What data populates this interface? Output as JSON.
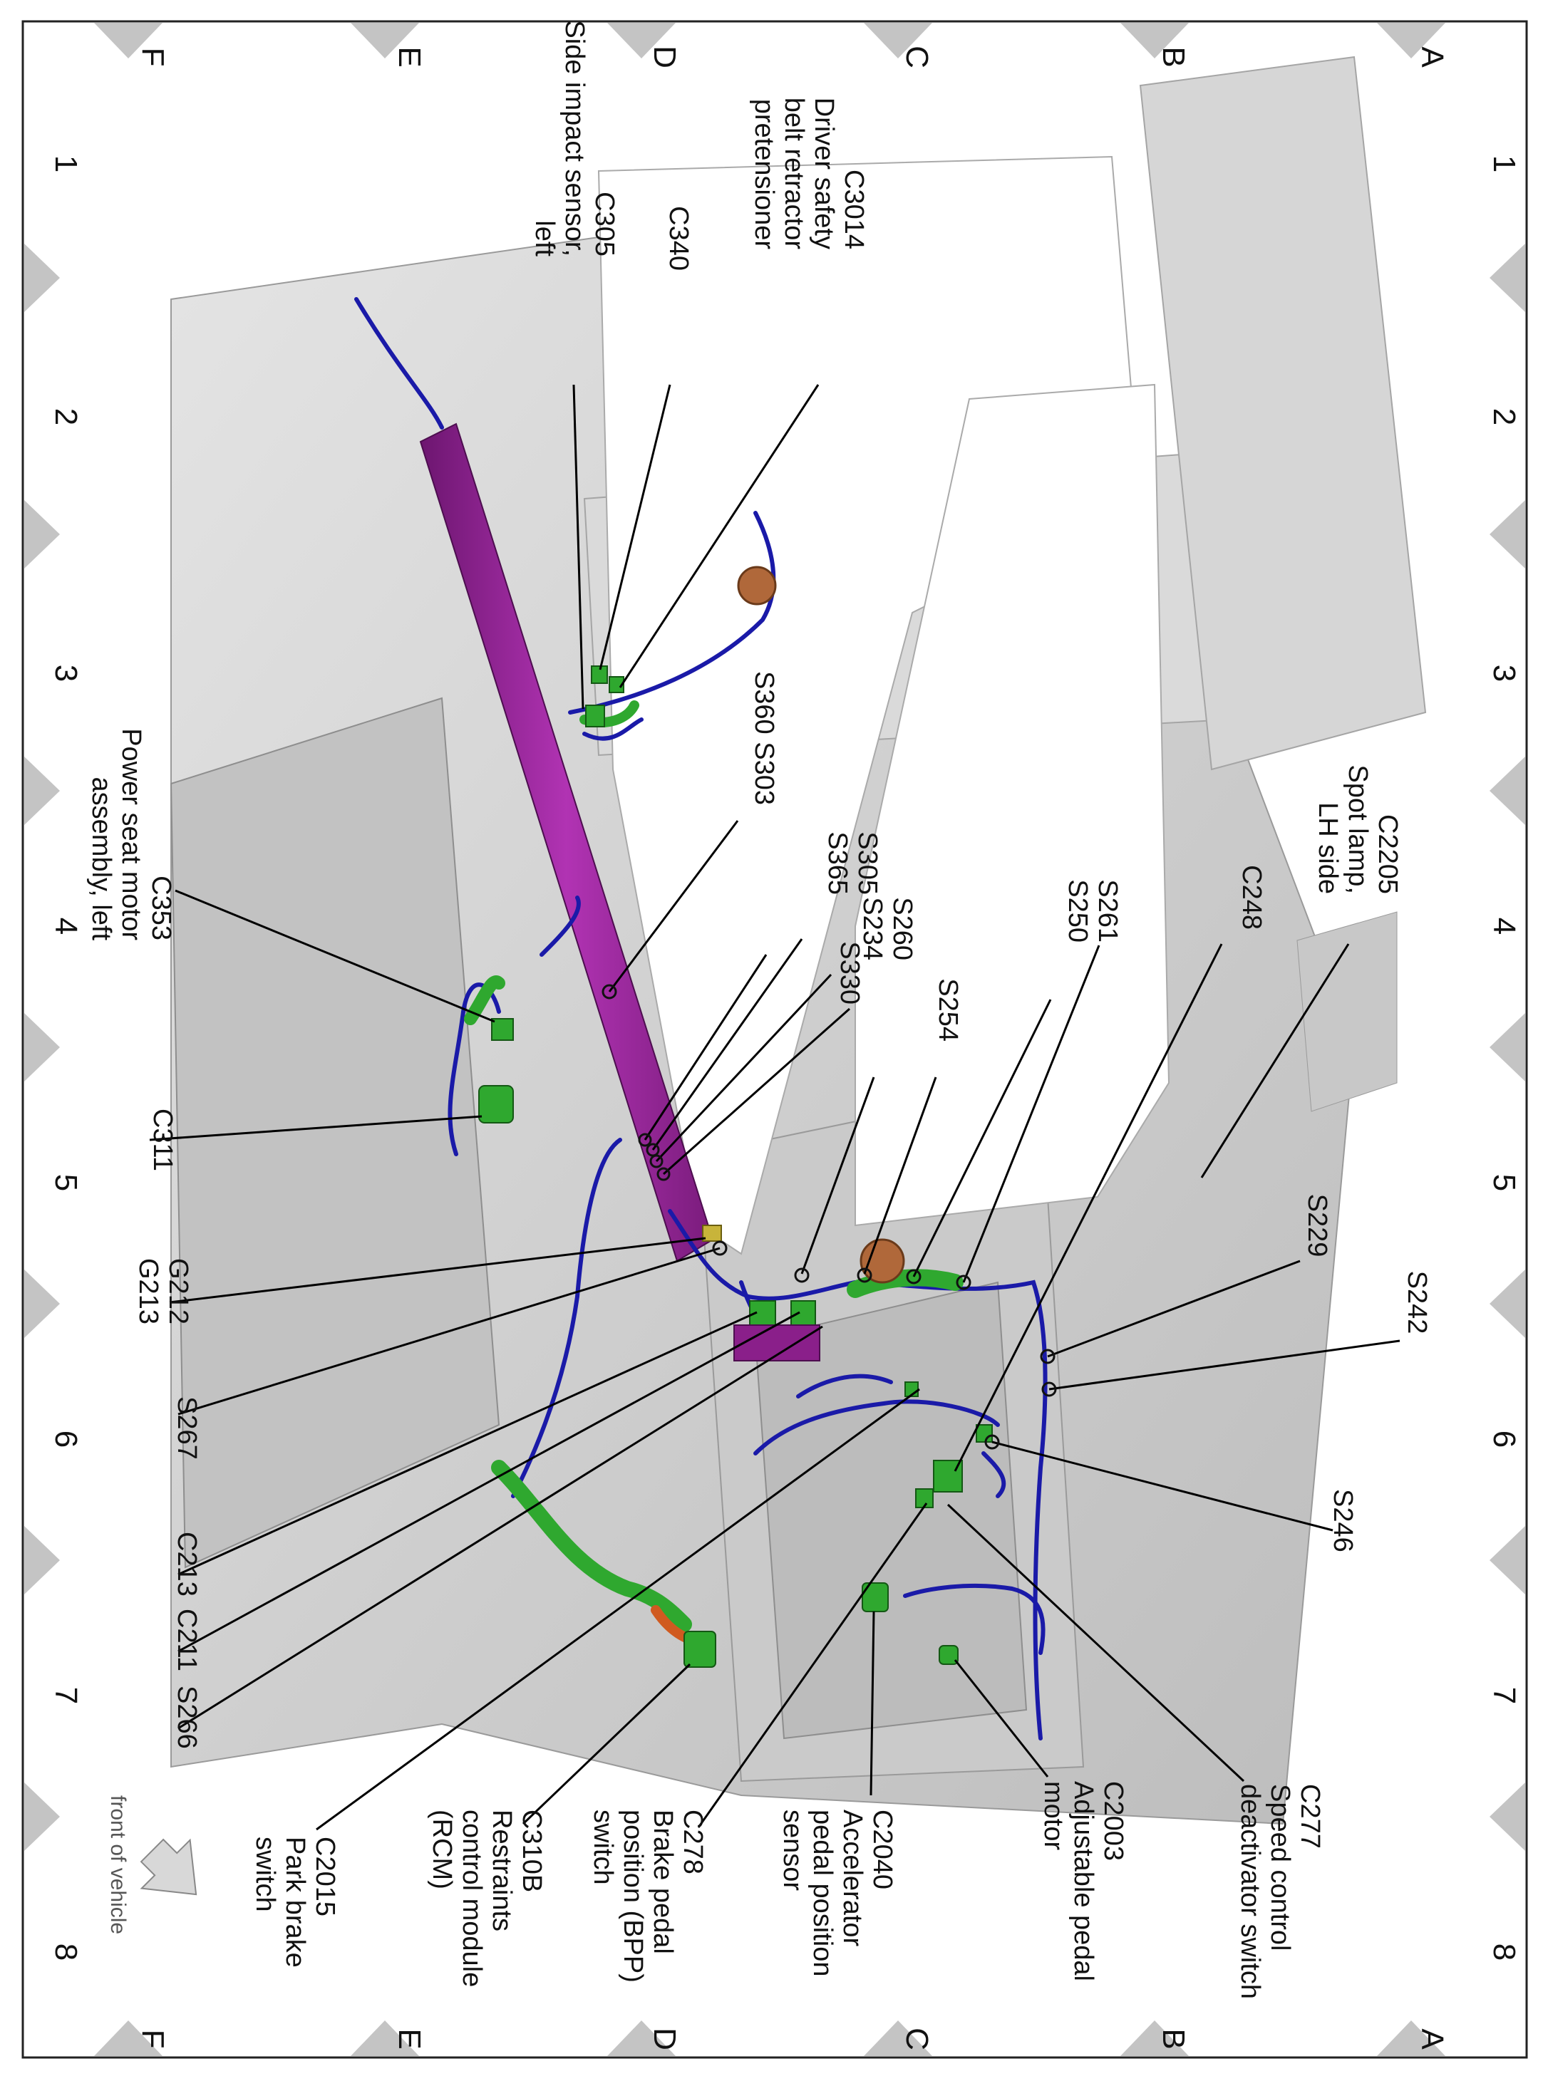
{
  "grid": {
    "rows": [
      "A",
      "B",
      "C",
      "D",
      "E",
      "F"
    ],
    "cols": [
      "1",
      "2",
      "3",
      "4",
      "5",
      "6",
      "7",
      "8"
    ]
  },
  "front_of_vehicle": "front of vehicle",
  "callouts": [
    {
      "id": "c3014",
      "lines": [
        "C3014",
        "Driver safety",
        "belt retractor",
        "pretensioner"
      ]
    },
    {
      "id": "c340",
      "lines": [
        "C340"
      ]
    },
    {
      "id": "c305",
      "lines": [
        "C305",
        "Side impact sensor,",
        "left"
      ]
    },
    {
      "id": "c353",
      "lines": [
        "C353",
        "Power seat motor",
        "assembly, left"
      ]
    },
    {
      "id": "c2205",
      "lines": [
        "C2205",
        "Spot lamp,",
        "LH side"
      ]
    },
    {
      "id": "c248",
      "lines": [
        "C248"
      ]
    },
    {
      "id": "s261",
      "lines": [
        "S261",
        "S250"
      ]
    },
    {
      "id": "s360",
      "lines": [
        "S360 S303"
      ]
    },
    {
      "id": "s305",
      "lines": [
        "S305",
        "S365"
      ]
    },
    {
      "id": "s260",
      "lines": [
        "S260",
        "S234"
      ]
    },
    {
      "id": "s330",
      "lines": [
        "S330"
      ]
    },
    {
      "id": "s254",
      "lines": [
        "S254"
      ]
    },
    {
      "id": "c311",
      "lines": [
        "C311"
      ]
    },
    {
      "id": "s229",
      "lines": [
        "S229"
      ]
    },
    {
      "id": "s242",
      "lines": [
        "S242"
      ]
    },
    {
      "id": "g212",
      "lines": [
        "G212",
        "G213"
      ]
    },
    {
      "id": "s267",
      "lines": [
        "S267"
      ]
    },
    {
      "id": "s246",
      "lines": [
        "S246"
      ]
    },
    {
      "id": "c213",
      "lines": [
        "C213"
      ]
    },
    {
      "id": "c211",
      "lines": [
        "C211"
      ]
    },
    {
      "id": "s266",
      "lines": [
        "S266"
      ]
    },
    {
      "id": "c2015",
      "lines": [
        "C2015",
        "Park brake",
        "switch"
      ]
    },
    {
      "id": "c310b",
      "lines": [
        "C310B",
        "Restraints",
        "control module",
        "(RCM)"
      ]
    },
    {
      "id": "c278",
      "lines": [
        "C278",
        "Brake pedal",
        "position (BPP)",
        "switch"
      ]
    },
    {
      "id": "c2040",
      "lines": [
        "C2040",
        "Accelerator",
        "pedal position",
        "sensor"
      ]
    },
    {
      "id": "c2003",
      "lines": [
        "C2003",
        "Adjustable pedal",
        "motor"
      ]
    },
    {
      "id": "c277",
      "lines": [
        "C277",
        "Speed control",
        "deactivator switch"
      ]
    }
  ],
  "colors": {
    "harness": "#1a1aa8",
    "connector": "#2fa82f",
    "bracket": "#8a1f8a",
    "grommet": "#b0683a",
    "body": "#d2d2d2",
    "marker": "#c4c4c4"
  }
}
